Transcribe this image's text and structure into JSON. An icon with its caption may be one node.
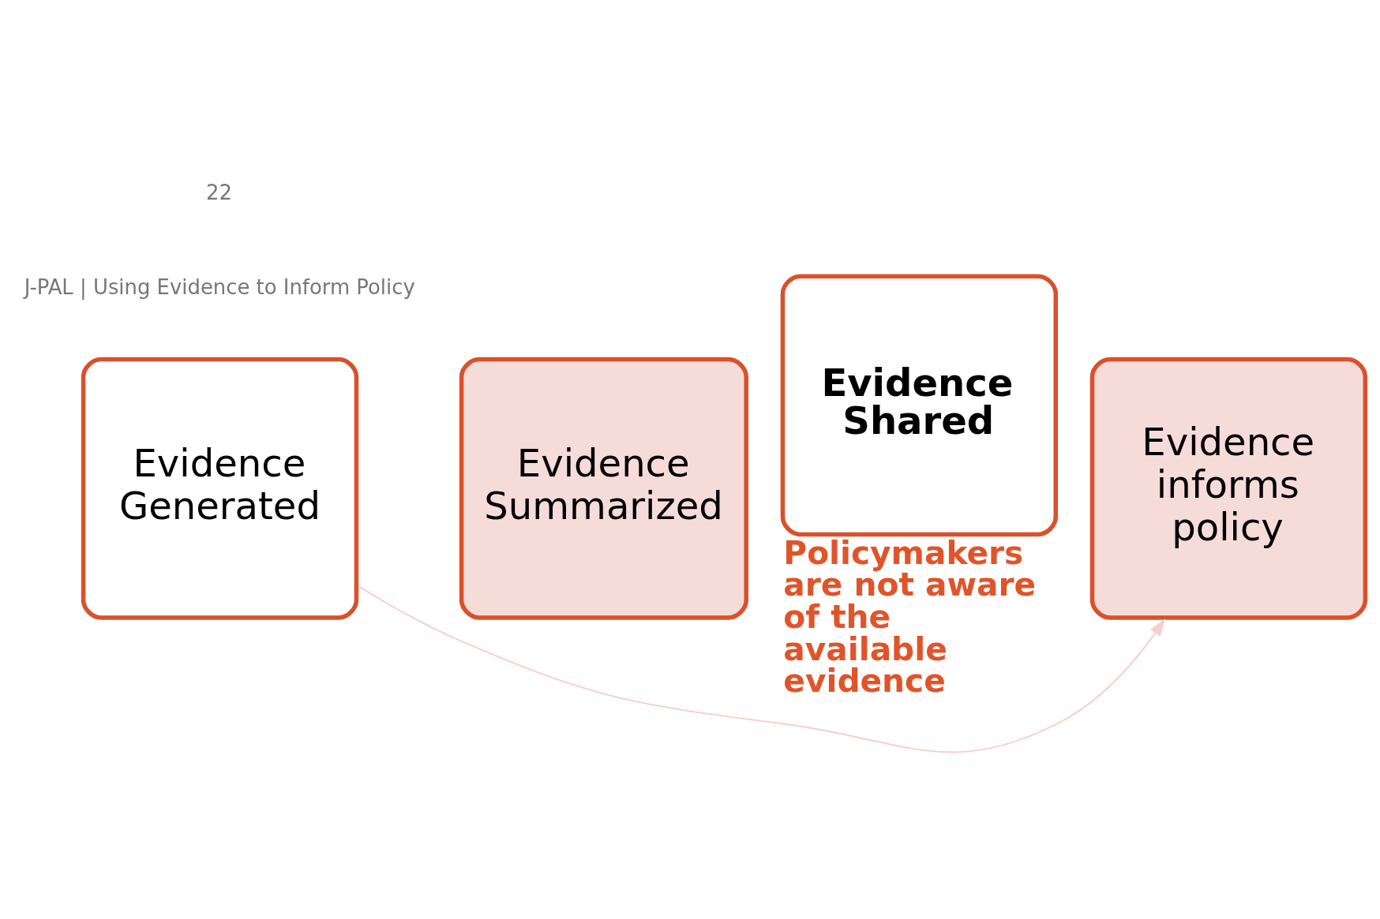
{
  "diagram": {
    "nodes": [
      {
        "text": [
          "Evidence Generated"
        ]
      },
      {
        "text": [
          "Evidence Summarized"
        ]
      },
      {
        "text": [
          "Evidence Shared"
        ],
        "beside": [
          "Policymakers are not aware of the available evidence"
        ]
      },
      {
        "text": [
          "Evidence informs policy"
        ]
      }
    ],
    "edges": [
      {
        "from": 0,
        "to": 3,
        "arrow": "to",
        "color": "#f4cfcb"
      }
    ],
    "labels": [
      "J-PAL | Using Evidence to Inform Policy",
      "22"
    ]
  }
}
